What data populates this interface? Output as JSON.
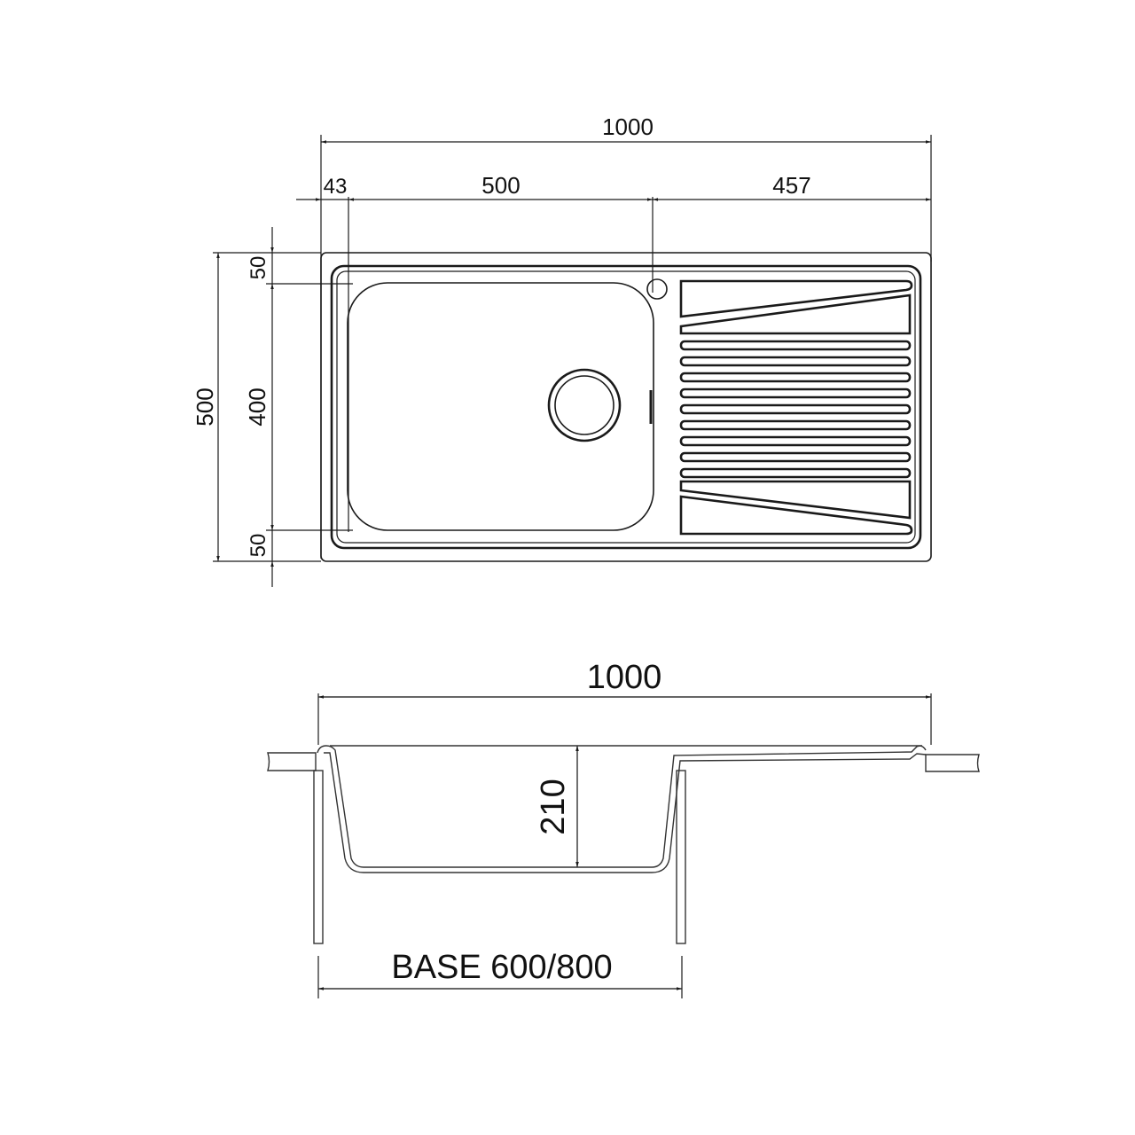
{
  "plan_view": {
    "overall_width": "1000",
    "left_margin": "43",
    "bowl_width": "500",
    "drainer_width": "457",
    "overall_depth": "500",
    "top_margin": "50",
    "bowl_depth": "400",
    "bottom_margin": "50"
  },
  "section_view": {
    "overall_width": "1000",
    "bowl_depth": "210",
    "base_label": "BASE 600/800"
  },
  "colors": {
    "line": "#1a1a1a",
    "background": "#ffffff"
  }
}
